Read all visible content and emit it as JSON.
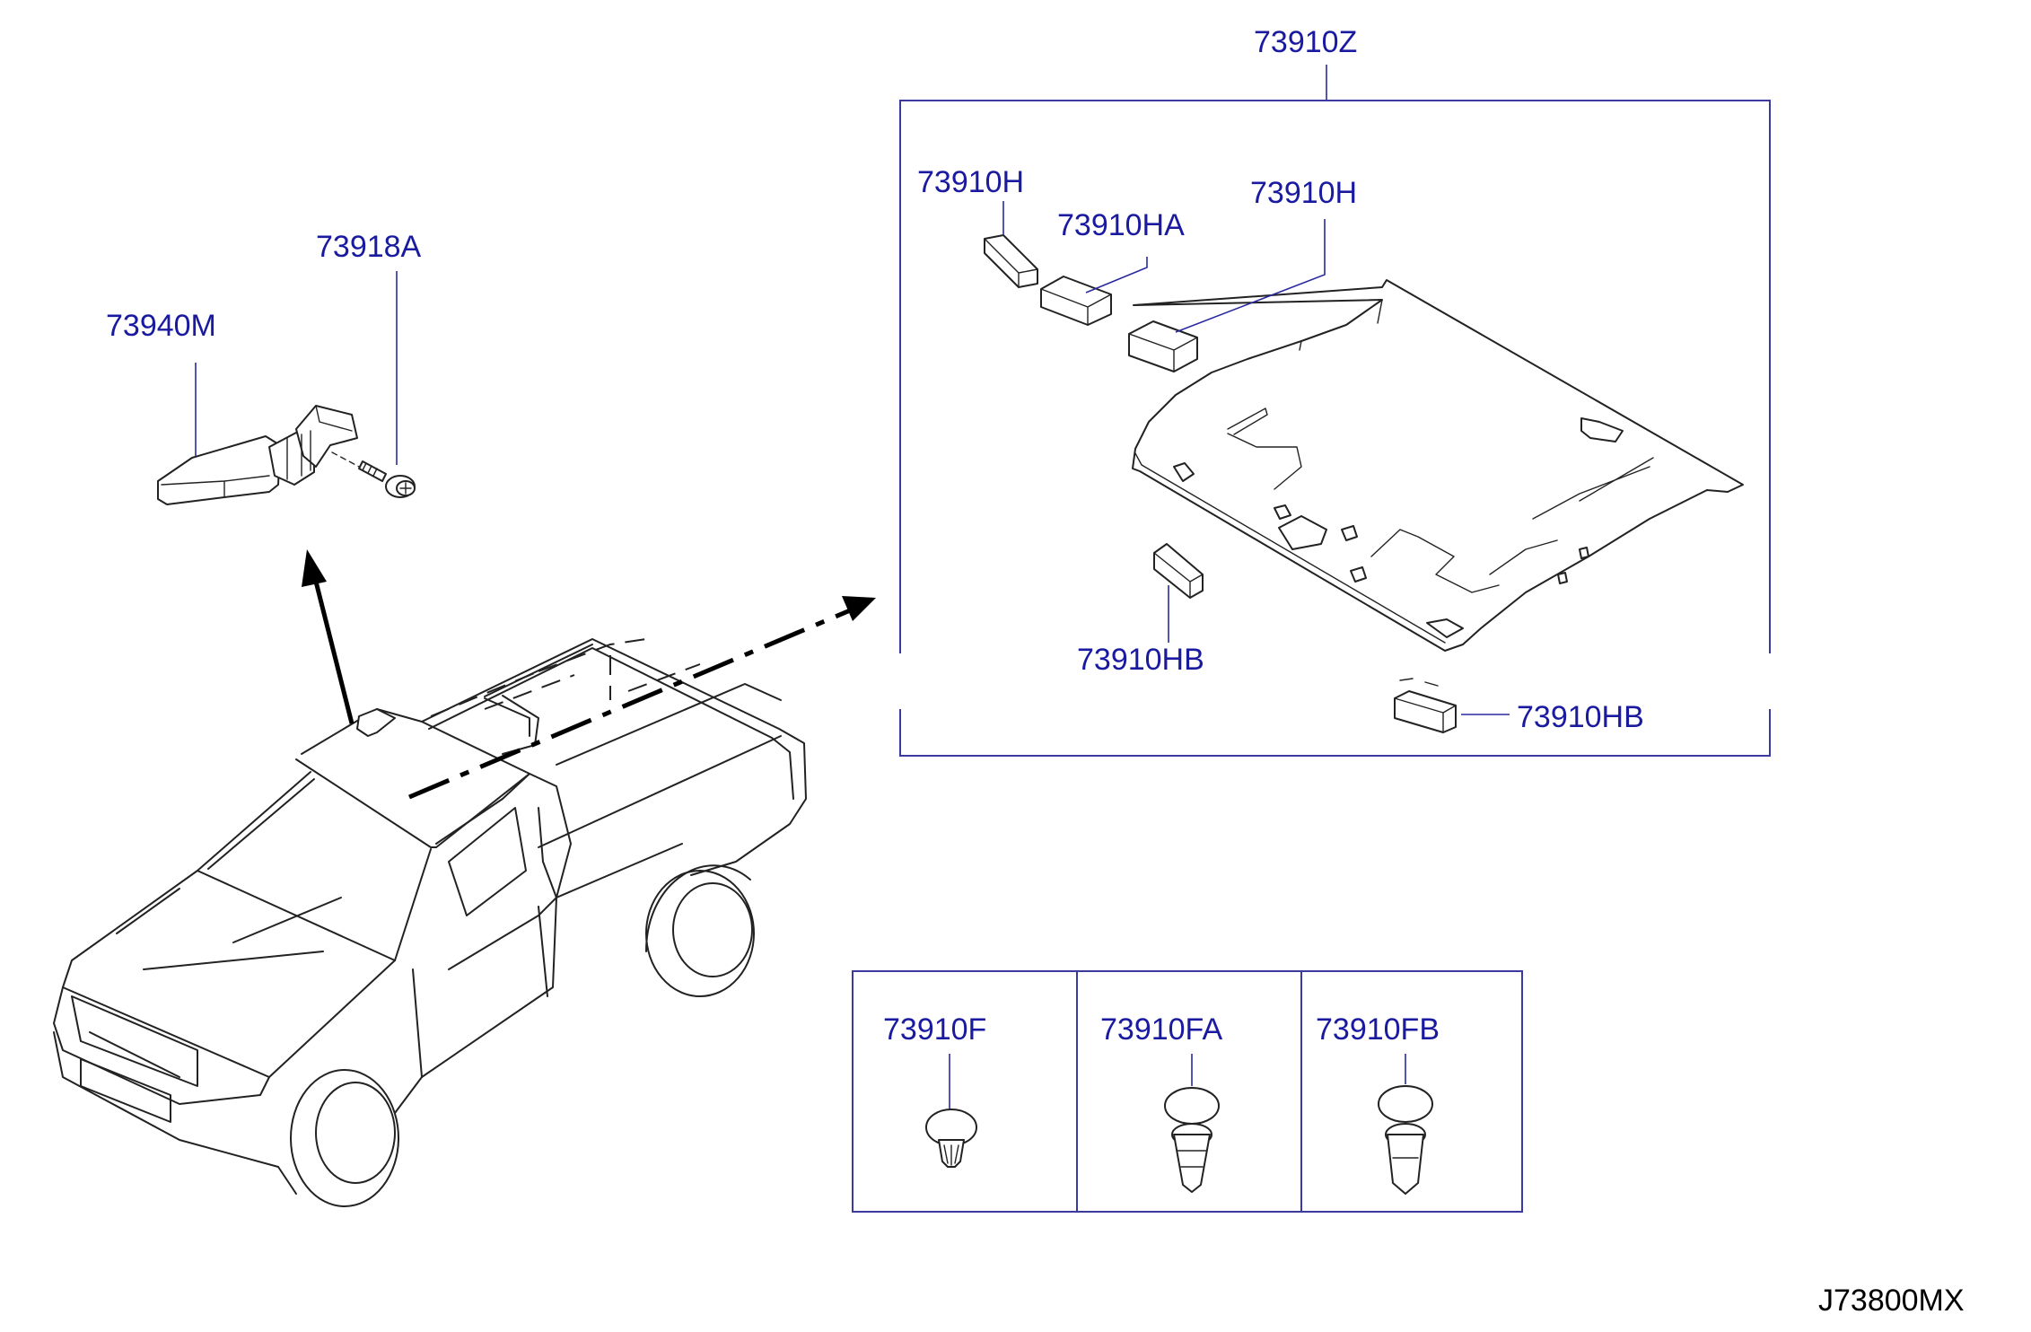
{
  "labels": {
    "headlining_assembly": "73910Z",
    "grip": "73940M",
    "screw": "73918A",
    "pad_h_left": "73910H",
    "pad_ha": "73910HA",
    "pad_h_right": "73910H",
    "pad_hb_upper": "73910HB",
    "pad_hb_lower": "73910HB",
    "clip_f": "73910F",
    "clip_fa": "73910FA",
    "clip_fb": "73910FB"
  },
  "diagram_code": "J73800MX",
  "colors": {
    "label": "#1a1aa0",
    "frame": "#3a3aa0",
    "ink": "#222222"
  }
}
